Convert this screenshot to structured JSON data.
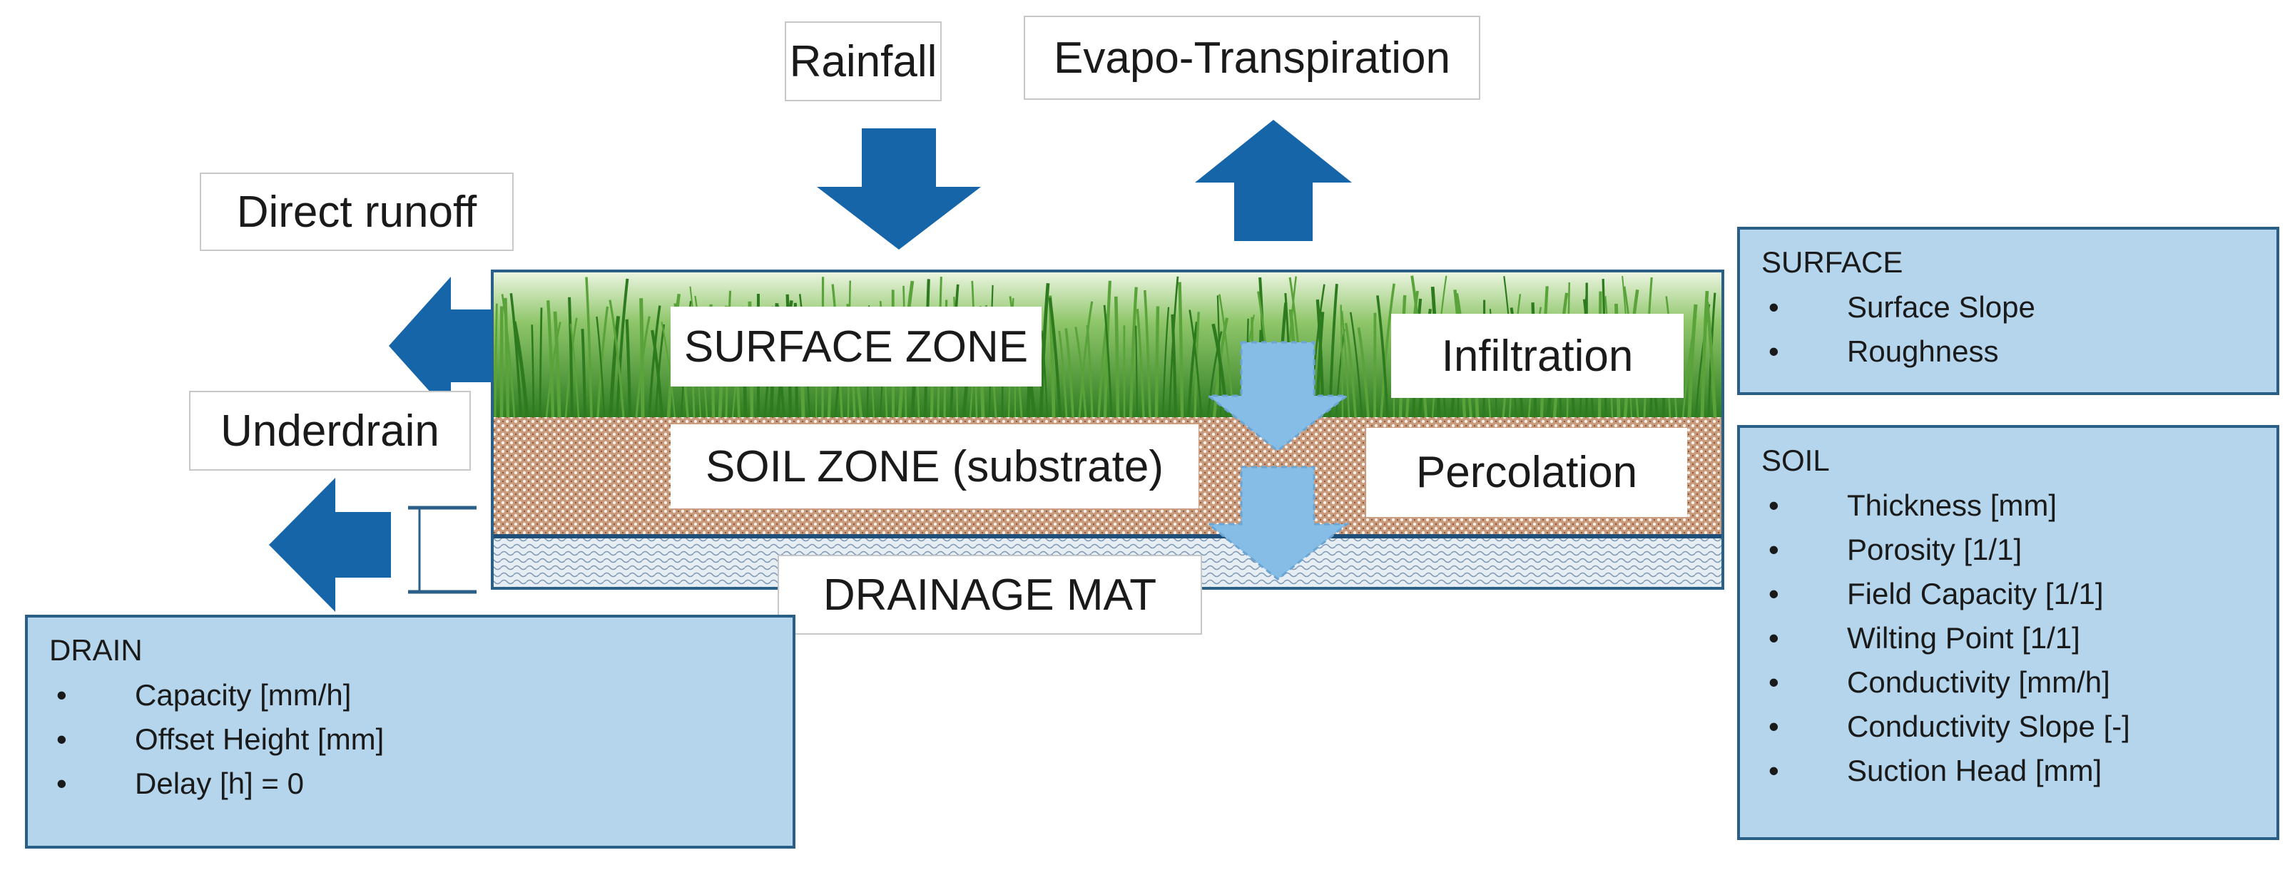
{
  "labels": {
    "rainfall": "Rainfall",
    "evapotranspiration": "Evapo-Transpiration",
    "direct_runoff": "Direct runoff",
    "underdrain": "Underdrain",
    "surface_zone": "SURFACE ZONE",
    "soil_zone": "SOIL ZONE (substrate)",
    "drainage_mat": "DRAINAGE MAT",
    "infiltration": "Infiltration",
    "percolation": "Percolation"
  },
  "panels": {
    "surface": {
      "title": "SURFACE",
      "items": [
        "Surface Slope",
        "Roughness"
      ]
    },
    "soil": {
      "title": "SOIL",
      "items": [
        "Thickness [mm]",
        "Porosity [1/1]",
        "Field Capacity [1/1]",
        "Wilting Point [1/1]",
        "Conductivity [mm/h]",
        "Conductivity Slope [-]",
        "Suction Head [mm]"
      ]
    },
    "drain": {
      "title": "DRAIN",
      "items": [
        "Capacity [mm/h]",
        "Offset Height [mm]",
        "Delay [h] = 0"
      ]
    }
  },
  "colors": {
    "arrow_dark": "#1565a8",
    "arrow_light": "#86bde6",
    "panel_fill": "#b4d5ec",
    "panel_border": "#2a5f88",
    "grass": "#3f8f2a",
    "soil": "#c79a7a",
    "drainage": "#dfe7ef"
  }
}
